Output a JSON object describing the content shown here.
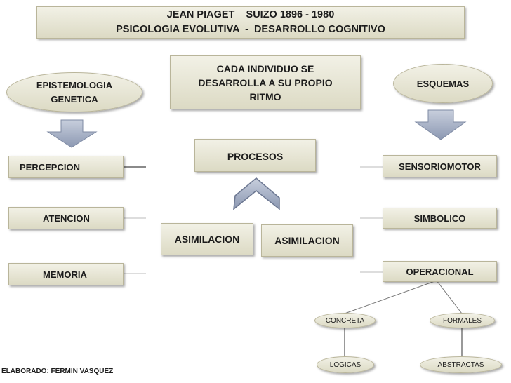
{
  "title": {
    "line1": "JEAN PIAGET    SUIZO 1896 - 1980",
    "line2": "PSICOLOGIA EVOLUTIVA  -  DESARROLLO COGNITIVO"
  },
  "center_note": "CADA INDIVIDUO SE DESARROLLA A SU PROPIO RITMO",
  "left": {
    "oval": "EPISTEMOLOGIA GENETICA",
    "items": [
      "PERCEPCION",
      "ATENCION",
      "MEMORIA"
    ]
  },
  "right": {
    "oval": "ESQUEMAS",
    "items": [
      "SENSORIOMOTOR",
      "SIMBOLICO",
      "OPERACIONAL"
    ]
  },
  "center": {
    "procesos": "PROCESOS",
    "proc_left": "ASIMILACION",
    "proc_right": "ASIMILACION"
  },
  "tree": {
    "concreta": "CONCRETA",
    "formales": "FORMALES",
    "logicas": "LOGICAS",
    "abstractas": "ABSTRACTAS"
  },
  "footer": "ELABORADO: FERMIN VASQUEZ",
  "colors": {
    "box_light": "#f2f1e6",
    "box_dark": "#dcdac4",
    "arrow": "#9aa6bf"
  }
}
